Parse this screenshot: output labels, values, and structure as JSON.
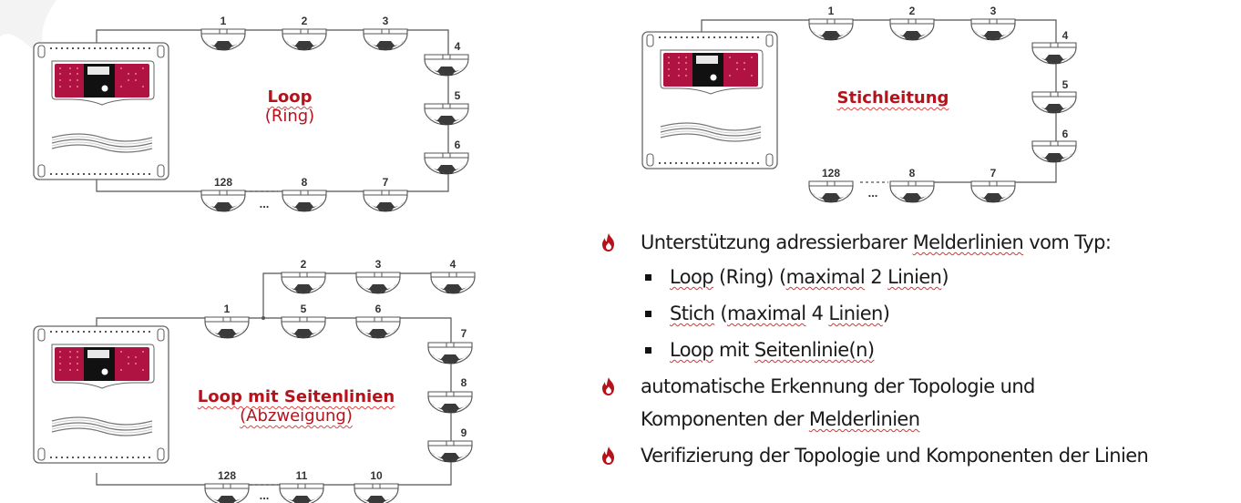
{
  "colors": {
    "accent_red": "#b5121b",
    "panel_face": "#b01242",
    "wire": "#555555",
    "detector_dark": "#3a3a3a"
  },
  "diagrams": {
    "loop": {
      "title": "Loop",
      "subtitle": "(Ring)",
      "detectors": [
        "1",
        "2",
        "3",
        "4",
        "5",
        "6",
        "7",
        "8",
        "128"
      ],
      "ellipsis": "..."
    },
    "stich": {
      "title": "Stichleitung",
      "detectors": [
        "1",
        "2",
        "3",
        "4",
        "5",
        "6",
        "7",
        "8",
        "128"
      ],
      "ellipsis": "..."
    },
    "branch": {
      "title": "Loop mit Seitenlinien",
      "subtitle": "(Abzweigung)",
      "detectors": [
        "1",
        "2",
        "3",
        "4",
        "5",
        "6",
        "7",
        "8",
        "9",
        "10",
        "11",
        "128"
      ],
      "ellipsis": "..."
    }
  },
  "features": {
    "items": [
      {
        "icon": "flame-icon",
        "text_parts": [
          "Unterstützung adressierbarer ",
          "Melderlinien",
          " vom Typ:"
        ],
        "sub_items": [
          {
            "parts": [
              "Loop",
              " (Ring) (",
              "maximal",
              " 2 ",
              "Linien",
              ")"
            ]
          },
          {
            "parts": [
              "Stich",
              " (",
              "maximal",
              " 4 ",
              "Linien",
              ")"
            ]
          },
          {
            "parts": [
              "Loop",
              " mit ",
              "Seitenlinie(n)",
              "",
              "",
              ""
            ]
          }
        ]
      },
      {
        "icon": "flame-icon",
        "line1": "automatische Erkennung der Topologie und",
        "line2_parts": [
          "Komponenten der ",
          "Melderlinien"
        ]
      },
      {
        "icon": "flame-icon",
        "text": "Verifizierung der Topologie und Komponenten der Linien"
      }
    ]
  }
}
